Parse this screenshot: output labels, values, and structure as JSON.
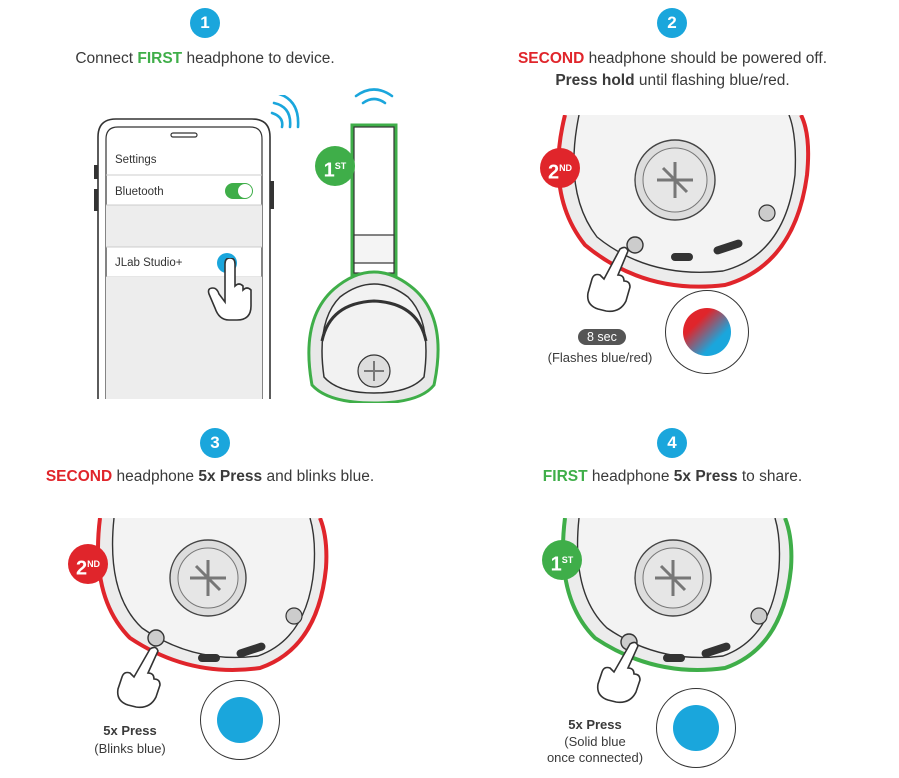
{
  "steps": [
    {
      "number": "1",
      "line1": {
        "pre": "Connect ",
        "em": "FIRST",
        "post": " headphone to device."
      }
    },
    {
      "number": "2",
      "line1": {
        "em": "SECOND",
        "post": " headphone should be powered off."
      },
      "line2": {
        "em": "Press hold",
        "post": " until flashing blue/red."
      }
    },
    {
      "number": "3",
      "line1": {
        "em": "SECOND",
        "mid": " headphone ",
        "em2": "5x Press",
        "post": " and blinks blue."
      }
    },
    {
      "number": "4",
      "line1": {
        "em": "FIRST",
        "mid": " headphone ",
        "em2": "5x Press",
        "post": " to share."
      }
    }
  ],
  "phone": {
    "settings_label": "Settings",
    "bluetooth_label": "Bluetooth",
    "device_label": "JLab Studio+"
  },
  "badges": {
    "first": {
      "num": "1",
      "sup": "ST"
    },
    "second": {
      "num": "2",
      "sup": "ND"
    }
  },
  "step2_callout": {
    "duration": "8 sec",
    "caption": "(Flashes blue/red)"
  },
  "step3_callout": {
    "press": "5x Press",
    "caption": "(Blinks blue)"
  },
  "step4_callout": {
    "press": "5x Press",
    "caption1": "(Solid blue",
    "caption2": "once connected)"
  },
  "colors": {
    "accent_blue": "#1aa6dc",
    "first_green": "#3fae49",
    "second_red": "#e0252b"
  }
}
